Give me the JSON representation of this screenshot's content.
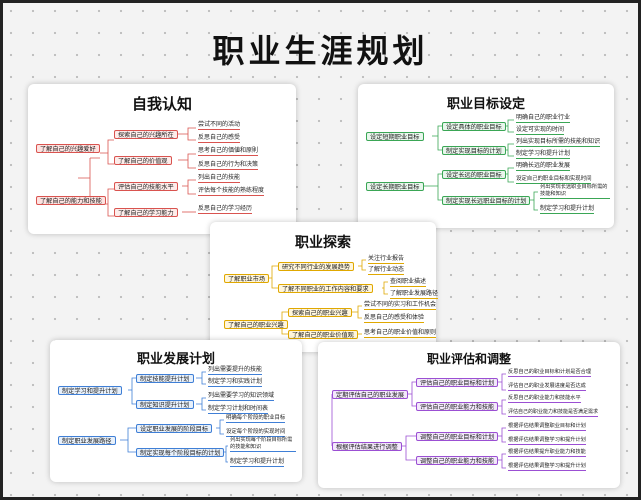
{
  "title": "职业生涯规划",
  "self": {
    "title": "自我认知",
    "b1": "了解自己的兴趣爱好",
    "b1a": "探索自己的兴趣所在",
    "b1a_l": [
      "尝试不同的活动",
      "反思自己的感受"
    ],
    "b1b": "了解自己的价值观",
    "b1b_l": [
      "思考自己的価値和原則",
      "反思自己的行为和决策"
    ],
    "b2": "了解自己的能力和技能",
    "b2a": "评估自己的技能水平",
    "b2a_l": [
      "列出自己的技能",
      "评估每个技能的熟练程度"
    ],
    "b2b": "了解自己的学习能力",
    "b2b_l": [
      "反思自己的学习经历"
    ]
  },
  "goal": {
    "title": "职业目标设定",
    "b1": "设定短期职业目标",
    "b1a": "设定具体的职业目标",
    "b1a_l": [
      "明确自己的职业行业",
      "设定可实现的时间"
    ],
    "b1b": "制定实现目标的计划",
    "b1b_l": [
      "列出实现目标所需的技能和知识",
      "制定学习和提升计划"
    ],
    "b2": "设定长期职业目标",
    "b2a": "设定长远的职业目标",
    "b2a_l": [
      "明确长远的职业发展",
      "设定自己的职业目标和实现时间"
    ],
    "b2b": "制定实现长远职业目标的计划",
    "b2b_l": [
      "列出实现长远职业目标所需的技能和知识",
      "制定学习和提升计划"
    ]
  },
  "explore": {
    "title": "职业探索",
    "b1": "了解职业市场",
    "b1a": "研究不同行业的发展趋势",
    "b1a_l": [
      "关注行业报告",
      "了解行业动态"
    ],
    "b1b": "了解不同职业的工作内容和要求",
    "b1b_l": [
      "查阅职业描述",
      "了解职业发展路径"
    ],
    "b2": "了解自己的职业兴趣",
    "b2a": "探索自己的职业兴趣",
    "b2a_l": [
      "尝试不同的实习和工作机会",
      "反思自己的感受和体验"
    ],
    "b2b": "了解自己的职业价值观",
    "b2b_l": [
      "思考自己的职业价值和原则"
    ]
  },
  "dev": {
    "title": "职业发展计划",
    "b1": "制定学习和提升计划",
    "b1a": "制定技能提升计划",
    "b1a_l": [
      "列出需要提升的技能",
      "制定学习和实践计划"
    ],
    "b1b": "制定知识提升计划",
    "b1b_l": [
      "列出需要学习的知识领域",
      "制定学习计划和时间表"
    ],
    "b2": "制定职业发展路径",
    "b2a": "设定职业发展的阶段目标",
    "b2a_l": [
      "明确每个阶段的职业目标",
      "设定每个阶段的实现时间"
    ],
    "b2b": "制定实现每个阶段目标的计划",
    "b2b_l": [
      "列出实现每个阶段目标所需的技能和知识",
      "制定学习和提升计划"
    ]
  },
  "eval": {
    "title": "职业评估和调整",
    "b1": "定期评估自己的职业发展",
    "b1a": "评估自己的职业目标和计划",
    "b1a_l": [
      "反思自己的职业目标和计划是否合理",
      "评估自己的职业发展进度是否达成"
    ],
    "b1b": "评估自己的职业能力和技能",
    "b1b_l": [
      "反思自己的职业能力和技能水平",
      "评估自己的职业能力和技能是否满足需求"
    ],
    "b2": "根据评估结果进行调整",
    "b2a": "调整自己的职业目标和计划",
    "b2a_l": [
      "根据评估结果调整职业目标和计划",
      "根据评估结果调整学习和提升计划"
    ],
    "b2b": "调整自己的职业能力和技能",
    "b2b_l": [
      "根据评估结果提升职业能力和技能",
      "根据评估结果调整学习和提升计划"
    ]
  }
}
